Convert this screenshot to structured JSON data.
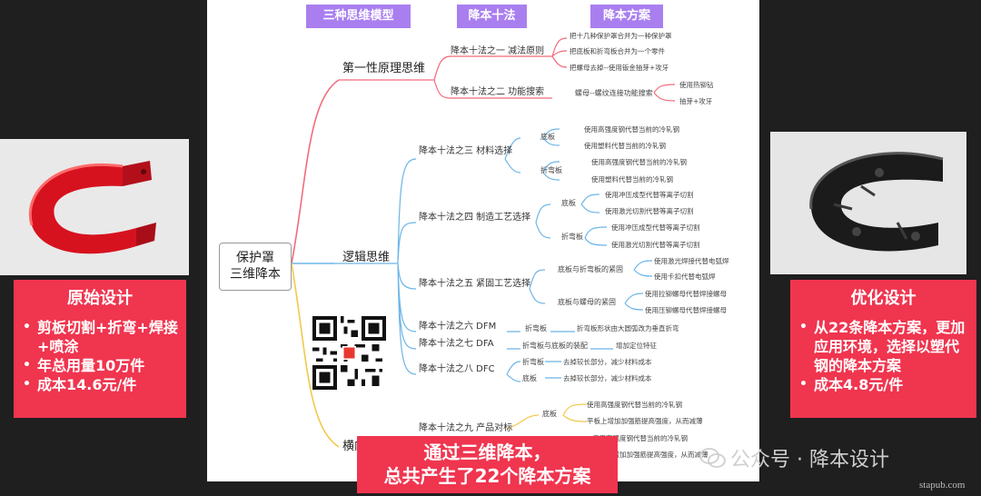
{
  "header": {
    "col1": "三种思维模型",
    "col2": "降本十法",
    "col3": "降本方案"
  },
  "root": {
    "line1": "保护罩",
    "line2": "三维降本"
  },
  "branches": {
    "first_principle": "第一性原理思维",
    "logic": "逻辑思维",
    "lateral": "横向"
  },
  "methods": {
    "m1": "降本十法之一  减法原则",
    "m2": "降本十法之二  功能搜索",
    "m3": "降本十法之三  材料选择",
    "m4": "降本十法之四  制造工艺选择",
    "m5": "降本十法之五  紧固工艺选择",
    "m6": "降本十法之六  DFM",
    "m7": "降本十法之七  DFA",
    "m8": "降本十法之八  DFC",
    "m9": "降本十法之九  产品对标"
  },
  "sub": {
    "m2_a": "螺母--螺纹连接功能搜索",
    "m3_a": "底板",
    "m3_b": "折弯板",
    "m4_a": "底板",
    "m4_b": "折弯板",
    "m5_a": "底板与折弯板的紧固",
    "m5_b": "底板与螺母的紧固",
    "m6_a": "折弯板",
    "m7_a": "折弯板与底板的装配",
    "m8_a": "折弯板",
    "m8_b": "底板",
    "m9_a": "底板"
  },
  "leaves": {
    "m1_1": "把十几种保护罩合并为一种保护罩",
    "m1_2": "把底板和折弯板合并为一个零件",
    "m1_3": "把螺母去掉--使用钣金抽芽+攻牙",
    "m2_1": "使用热铆钻",
    "m2_2": "抽芽+攻牙",
    "m3_1": "使用高强度钢代替当前的冷轧钢",
    "m3_2": "使用塑料代替当前的冷轧钢",
    "m3_3": "使用高强度钢代替当前的冷轧钢",
    "m3_4": "使用塑料代替当前的冷轧钢",
    "m4_1": "使用冲压成型代替等离子切割",
    "m4_2": "使用激光切割代替等离子切割",
    "m4_3": "使用冲压成型代替等离子切割",
    "m4_4": "使用激光切割代替等离子切割",
    "m5_1": "使用激光焊接代替电弧焊",
    "m5_2": "使用卡扣代替电弧焊",
    "m5_3": "使用拉铆螺母代替焊接螺母",
    "m5_4": "使用压铆螺母代替焊接螺母",
    "m6_1": "折弯板形状由大圆弧改为垂直折弯",
    "m7_1": "增加定位特征",
    "m8_1": "去掉较长部分，减少材料成本",
    "m8_2": "去掉较长部分，减少材料成本",
    "m9_1": "使用高强度钢代替当前的冷轧钢",
    "m9_2": "平板上增加加强筋提高强度，从而减薄",
    "m9_3": "使用高强度钢代替当前的冷轧钢",
    "m9_4": "平板上增加加强筋提高强度，从而减薄"
  },
  "original_design": {
    "title": "原始设计",
    "items": [
      "剪板切割+折弯+焊接+喷涂",
      "年总用量10万件",
      "成本14.6元/件"
    ]
  },
  "optimized_design": {
    "title": "优化设计",
    "items": [
      "从22条降本方案，更加应用环境，选择以塑代钢的降本方案",
      "成本4.8元/件"
    ]
  },
  "banner": {
    "line1": "通过三维降本，",
    "line2": "总共产生了22个降本方案"
  },
  "watermark": {
    "text": "公众号 · 降本设计",
    "url": "stapub.com"
  },
  "colors": {
    "tab": "#a97ff0",
    "red_card": "#f0354f",
    "branch_red": "#f26b7a",
    "branch_blue": "#6cb5e8",
    "branch_yellow": "#f2c84b"
  }
}
